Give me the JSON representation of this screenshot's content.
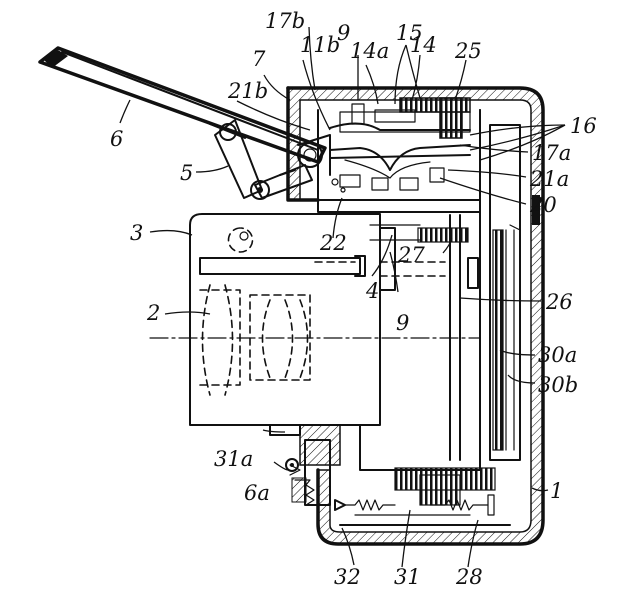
{
  "labels": {
    "l1": "1",
    "l2": "2",
    "l3": "3",
    "l4": "4",
    "l5": "5",
    "l6": "6",
    "l6a": "6a",
    "l7": "7",
    "l9a": "9",
    "l9b": "9",
    "l11b": "11b",
    "l14": "14",
    "l14a": "14a",
    "l15": "15",
    "l16": "16",
    "l17a": "17a",
    "l17b": "17b",
    "l20": "20",
    "l21a": "21a",
    "l21b": "21b",
    "l22": "22",
    "l25": "25",
    "l26": "26",
    "l27": "27",
    "l28": "28",
    "l30a": "30a",
    "l30b": "30b",
    "l31": "31",
    "l31a": "31a",
    "l32": "32"
  }
}
